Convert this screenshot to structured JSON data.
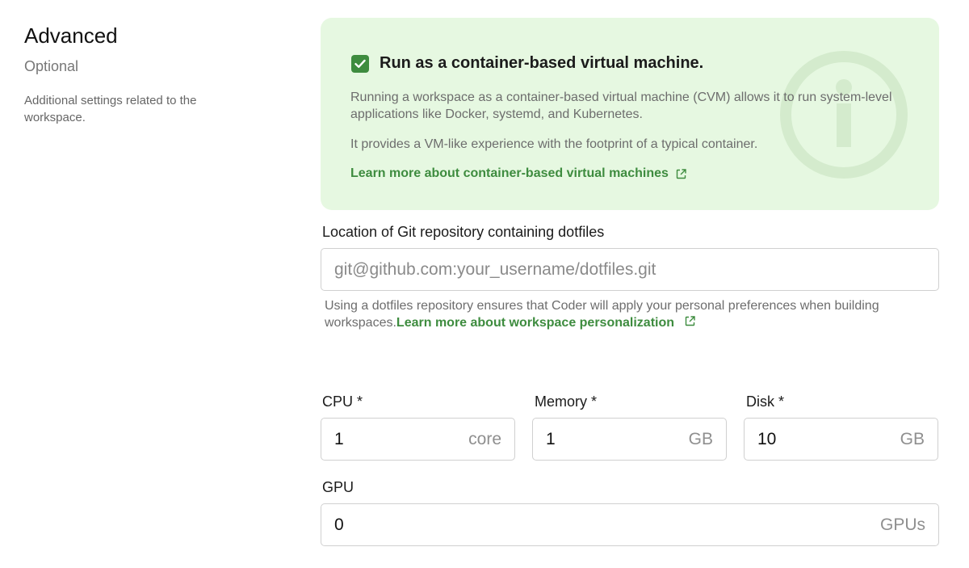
{
  "section": {
    "title": "Advanced",
    "optional": "Optional",
    "description": "Additional settings related to the workspace."
  },
  "cvm": {
    "checked": true,
    "title": "Run as a container-based virtual machine.",
    "text": "Running a workspace as a container-based virtual machine (CVM) allows it to run system-level applications like Docker, systemd, and Kubernetes.",
    "text2": "It provides a VM-like experience with the footprint of a typical container.",
    "link": "Learn more about container-based virtual machines",
    "watermark_icon": "info-circle-icon",
    "accent": "#3e8c3f",
    "background": "#e6f8e1"
  },
  "dotfiles": {
    "label": "Location of Git repository containing dotfiles",
    "placeholder": "git@github.com:your_username/dotfiles.git",
    "helper": "Using a dotfiles repository ensures that Coder will apply your personal preferences when building workspaces.",
    "helper_link": "Learn more about workspace personalization"
  },
  "resources": {
    "cpu": {
      "label": "CPU *",
      "value": "1",
      "unit": "core"
    },
    "memory": {
      "label": "Memory *",
      "value": "1",
      "unit": "GB"
    },
    "disk": {
      "label": "Disk *",
      "value": "10",
      "unit": "GB"
    },
    "gpu": {
      "label": "GPU",
      "value": "0",
      "unit": "GPUs"
    }
  }
}
